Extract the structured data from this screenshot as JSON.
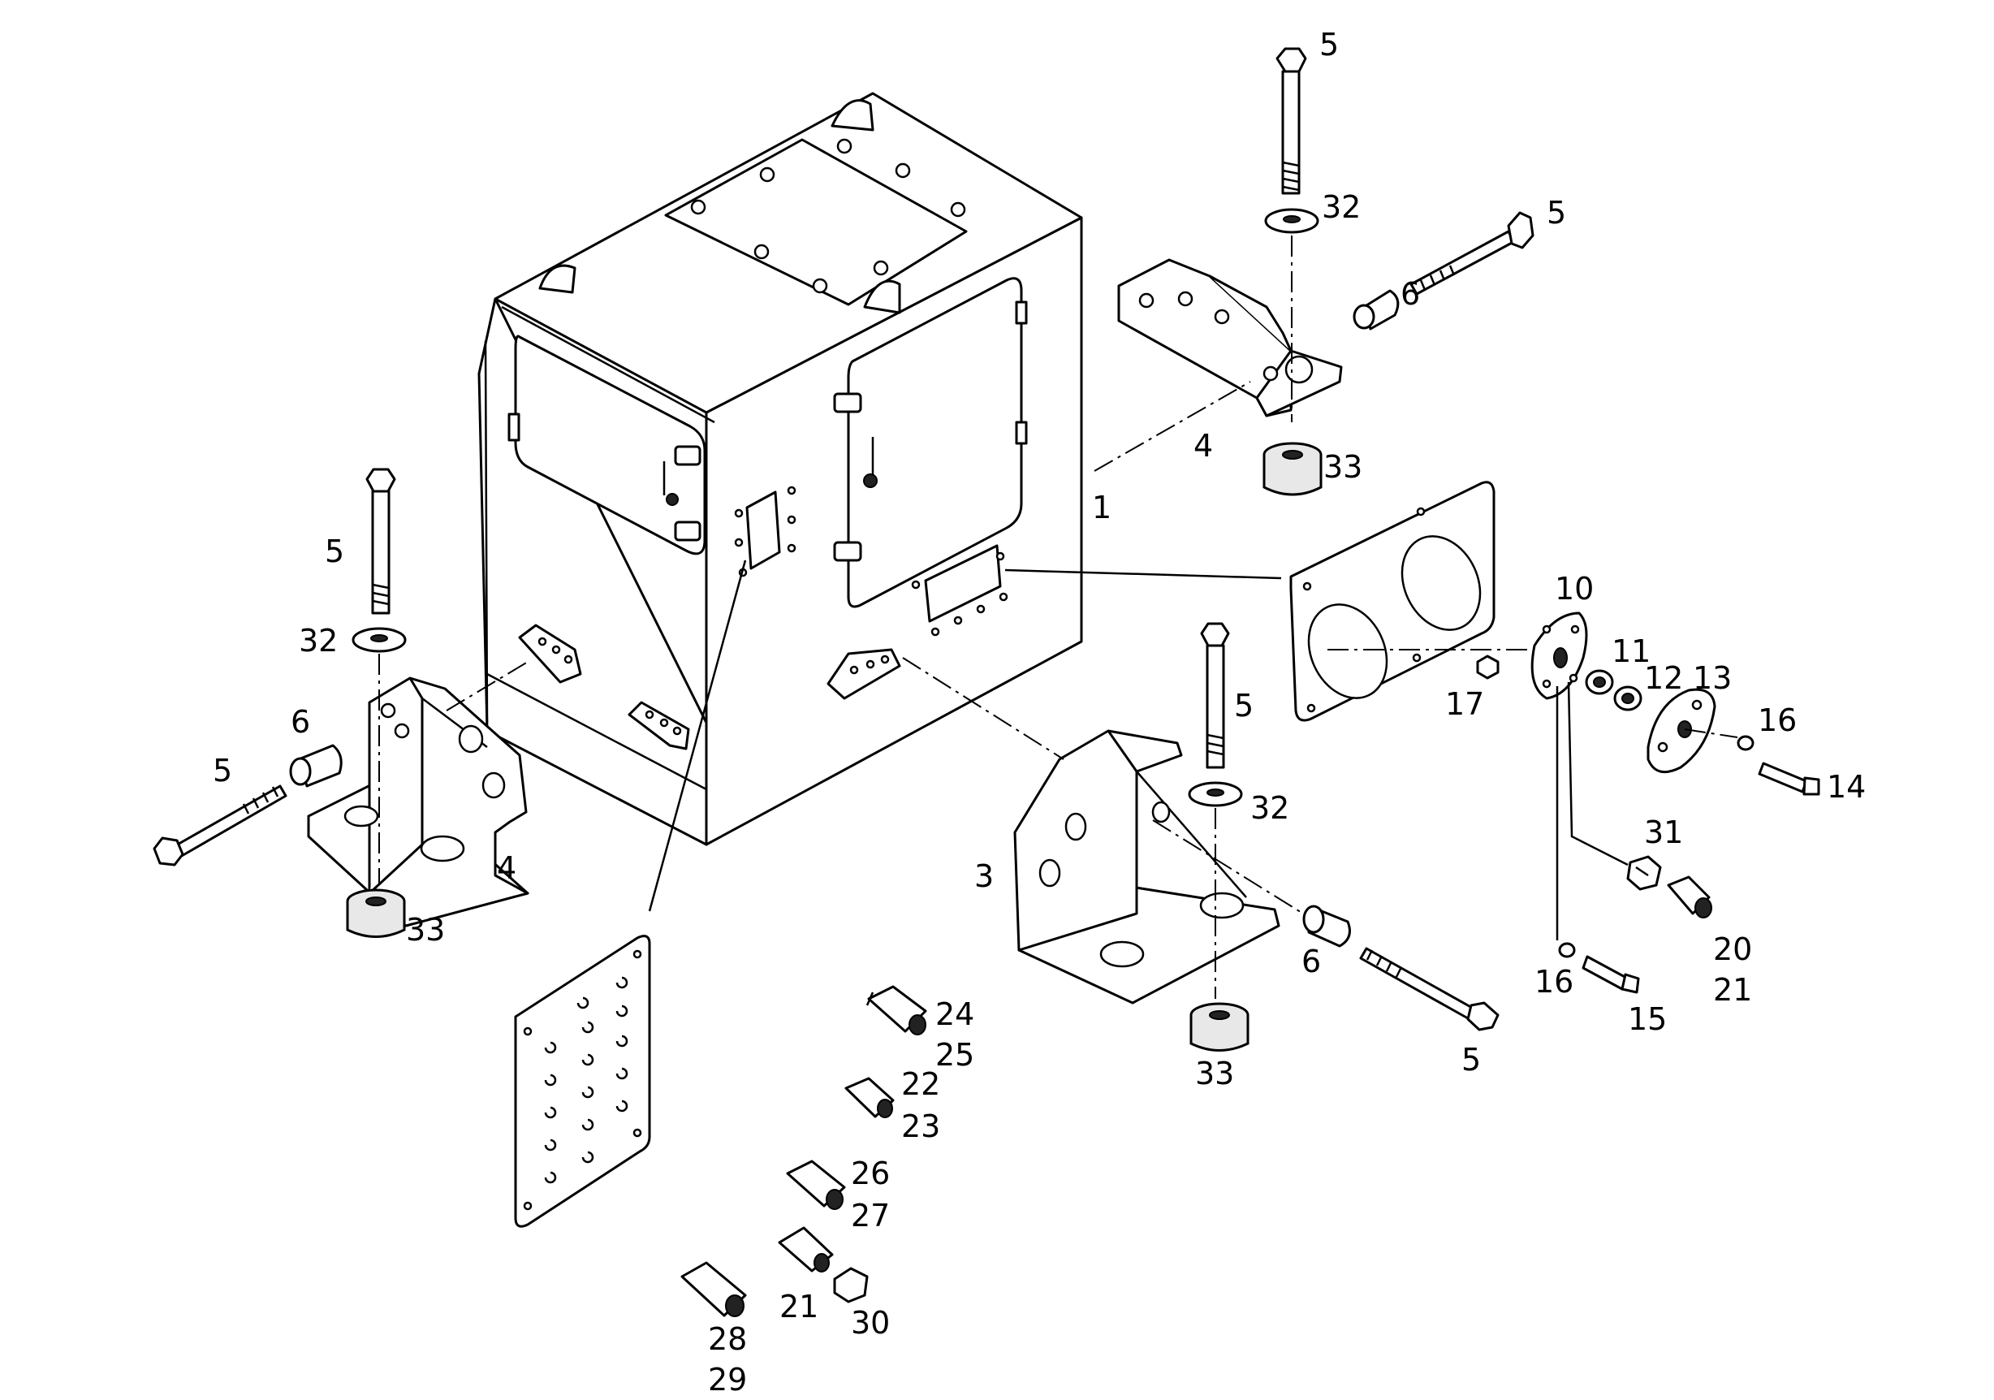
{
  "callouts": {
    "c1": "1",
    "c3": "3",
    "c4a": "4",
    "c4b": "4",
    "c5a": "5",
    "c5b": "5",
    "c5c": "5",
    "c5d": "5",
    "c5e": "5",
    "c5f": "5",
    "c6a": "6",
    "c6b": "6",
    "c6c": "6",
    "c10": "10",
    "c11": "11",
    "c12": "12",
    "c13": "13",
    "c14": "14",
    "c15": "15",
    "c16a": "16",
    "c16b": "16",
    "c17": "17",
    "c20": "20",
    "c21a": "21",
    "c21b": "21",
    "c22": "22",
    "c23": "23",
    "c24": "24",
    "c25": "25",
    "c26": "26",
    "c27": "27",
    "c28": "28",
    "c29": "29",
    "c30": "30",
    "c31": "31",
    "c32a": "32",
    "c32b": "32",
    "c32c": "32",
    "c33a": "33",
    "c33b": "33",
    "c33c": "33"
  }
}
